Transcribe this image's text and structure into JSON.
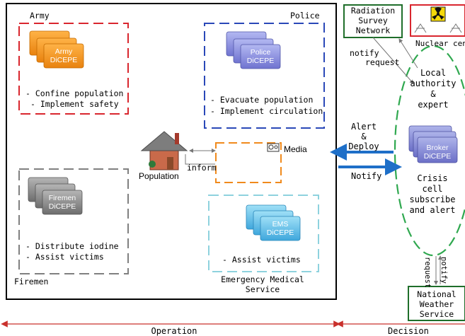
{
  "operation": {
    "label": "Operation",
    "army": {
      "title": "Army",
      "stack": [
        "Army",
        "DiCEPE"
      ],
      "tasks": [
        "- Confine population",
        "- Implement safety"
      ]
    },
    "police": {
      "title": "Police",
      "stack": [
        "Police",
        "DiCEPE"
      ],
      "tasks": [
        "- Evacuate population",
        "- Implement circulation"
      ]
    },
    "firemen": {
      "title": "Firemen",
      "stack": [
        "Firemen",
        "DiCEPE"
      ],
      "tasks": [
        "- Distribute iodine",
        "- Assist victims"
      ]
    },
    "ems": {
      "title": [
        "Emergency Medical",
        "Service"
      ],
      "stack": [
        "EMS",
        "DiCEPE"
      ],
      "tasks": [
        "- Assist victims"
      ]
    },
    "population": "Population",
    "media": "Media",
    "inform": "inform"
  },
  "decision": {
    "label": "Decision",
    "radiation": [
      "Radiation",
      "Survey",
      "Network"
    ],
    "nuclear": "Nuclear central",
    "notify_top": "notify",
    "request_top": "request",
    "local_authority": [
      "Local",
      "authority",
      "&",
      "expert"
    ],
    "broker_stack": [
      "Broker",
      "DiCEPE"
    ],
    "crisis": [
      "Crisis",
      "cell",
      "subscribe",
      "and alert"
    ],
    "request_bottom": "request",
    "notify_bottom": "notify",
    "weather": [
      "National",
      "Weather",
      "Service"
    ]
  },
  "links": {
    "alert": [
      "Alert",
      "&",
      "Deploy"
    ],
    "notify": "Notify"
  },
  "colors": {
    "army": "#d9262e",
    "police": "#2a48b8",
    "firemen": "#808080",
    "ems": "#8ed2de",
    "media": "#f08a1c",
    "crisis": "#2fa84f",
    "radiation": "#1f6e2a",
    "nuclear": "#d9262e",
    "arrow": "#1e6fc8",
    "axis": "#c9302c"
  }
}
